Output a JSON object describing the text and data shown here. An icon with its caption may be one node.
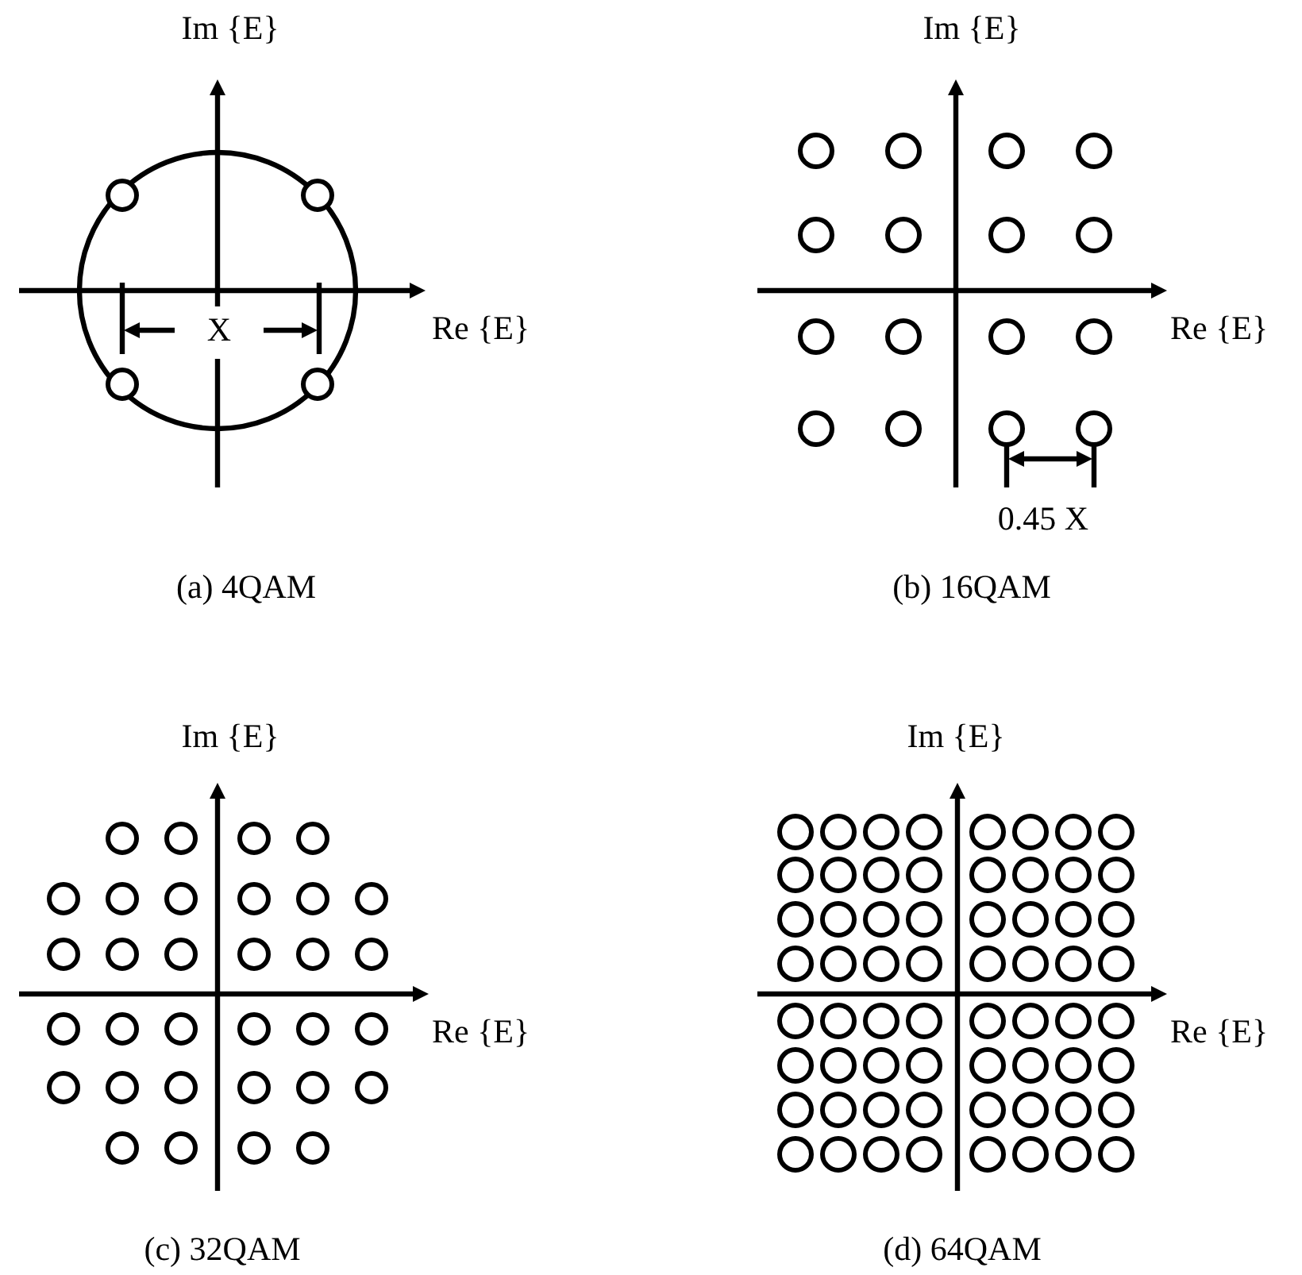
{
  "diagram": {
    "labels": [
      "Im {E}",
      "Im {E}",
      "X",
      "Re {E}",
      "Re {E}",
      "0.45 X",
      "(a) 4QAM",
      "(b) 16QAM",
      "Im {E}",
      "Im {E}",
      "Re {E}",
      "Re {E}",
      "(c) 32QAM",
      "(d) 64QAM"
    ]
  }
}
